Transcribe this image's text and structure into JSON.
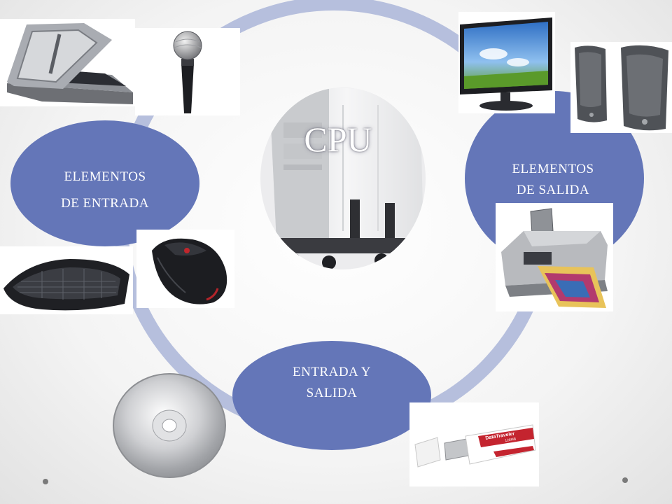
{
  "center": {
    "label": "CPU"
  },
  "nodes": {
    "input": {
      "line1": "ELEMENTOS",
      "line2": "DE ENTRADA"
    },
    "output": {
      "line1": "ELEMENTOS",
      "line2": "DE SALIDA"
    },
    "io": {
      "line1": "ENTRADA Y",
      "line2": "SALIDA"
    }
  },
  "usb_drive": {
    "brand_text": "DataTraveler",
    "capacity_text": "128MB"
  },
  "colors": {
    "node_fill": "#6476b8",
    "ring": "#b6bfdd",
    "background": "#f2f2f2"
  },
  "icons": [
    "scanner-icon",
    "microphone-icon",
    "keyboard-icon",
    "mouse-icon",
    "monitor-icon",
    "speakers-icon",
    "printer-icon",
    "cd-icon",
    "usb-drive-icon",
    "cpu-tower-icon"
  ]
}
